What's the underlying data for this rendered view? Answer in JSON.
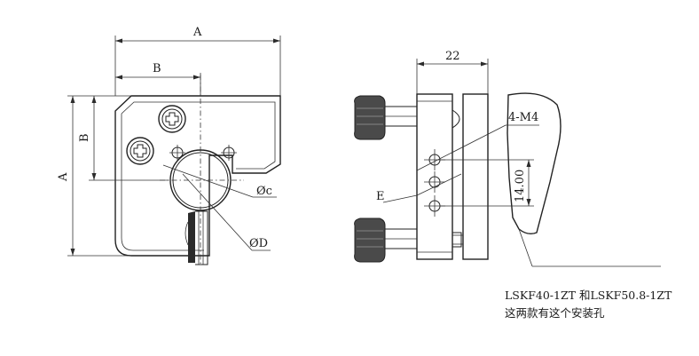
{
  "labels": {
    "dim_a_top": "A",
    "dim_b_top": "B",
    "dim_b_side": "B",
    "dim_a_side": "A",
    "dia_c": "Øc",
    "dia_d": "ØD",
    "dim_22": "22",
    "m4": "4-M4",
    "e_label": "E",
    "dim_14": "14.00"
  },
  "note": {
    "line1": "LSKF40-1ZT 和LSKF50.8-1ZT",
    "line2": "这两款有这个安装孔"
  }
}
